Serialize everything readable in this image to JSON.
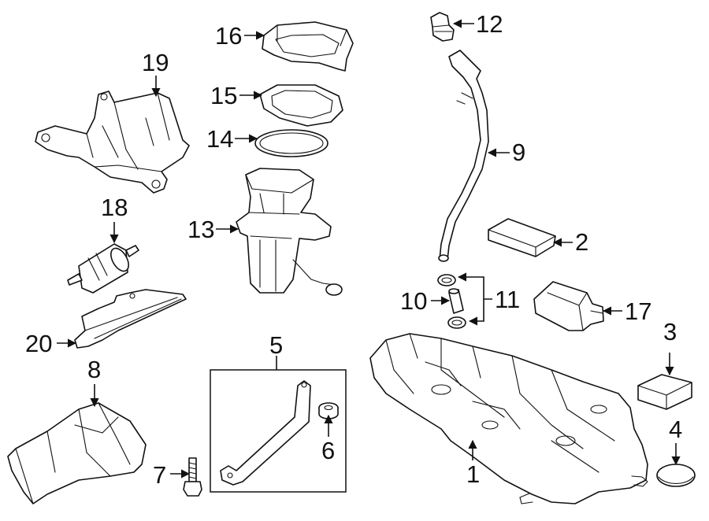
{
  "callouts": {
    "c1": "1",
    "c2": "2",
    "c3": "3",
    "c4": "4",
    "c5": "5",
    "c6": "6",
    "c7": "7",
    "c8": "8",
    "c9": "9",
    "c10": "10",
    "c11": "11",
    "c12": "12",
    "c13": "13",
    "c14": "14",
    "c15": "15",
    "c16": "16",
    "c17": "17",
    "c18": "18",
    "c19": "19",
    "c20": "20"
  },
  "colors": {
    "line": "#111111",
    "background": "#ffffff"
  }
}
